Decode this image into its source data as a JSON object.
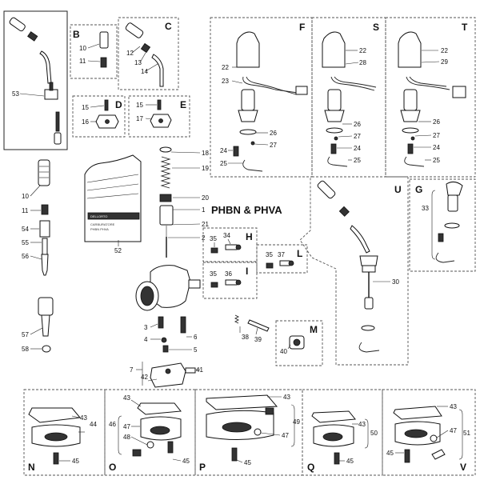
{
  "title": "PHBN & PHVA",
  "section_letters": [
    "B",
    "C",
    "D",
    "E",
    "F",
    "S",
    "T",
    "G",
    "U",
    "H",
    "L",
    "I",
    "M",
    "N",
    "O",
    "P",
    "Q",
    "V"
  ],
  "part_numbers": {
    "frame53": "53",
    "b10": "10",
    "b11": "11",
    "c12": "12",
    "c13": "13",
    "c14": "14",
    "d15": "15",
    "d16": "16",
    "e15": "15",
    "e17": "17",
    "f22": "22",
    "f23": "23",
    "f26": "26",
    "f27": "27",
    "f24": "24",
    "f25": "25",
    "s22": "22",
    "s28": "28",
    "s26": "26",
    "s27": "27",
    "s24": "24",
    "s25": "25",
    "t22": "22",
    "t29": "29",
    "t26": "26",
    "t27": "27",
    "t24": "24",
    "t25": "25",
    "l10": "10",
    "l11": "11",
    "l54": "54",
    "l55": "55",
    "l56": "56",
    "l57": "57",
    "l58": "58",
    "kit52": "52",
    "c18": "18",
    "c19": "19",
    "c20": "20",
    "c1": "1",
    "c21": "21",
    "c2": "2",
    "c3": "3",
    "c4": "4",
    "c6": "6",
    "c5": "5",
    "c7": "7",
    "c42": "42",
    "c41": "41",
    "h35": "35",
    "h34": "34",
    "l35": "35",
    "l37": "37",
    "i35": "35",
    "i36": "36",
    "m38": "38",
    "m39": "39",
    "m40": "40",
    "u30": "30",
    "g33": "33",
    "n43": "43",
    "n44": "44",
    "n45": "45",
    "o43": "43",
    "o46": "46",
    "o47": "47",
    "o48": "48",
    "o45": "45",
    "p43": "43",
    "p49": "49",
    "p47": "47",
    "p45": "45",
    "q43": "43",
    "q50": "50",
    "q45": "45",
    "v43": "43",
    "v51": "51",
    "v47": "47",
    "v45": "45"
  },
  "kit_text": {
    "brand": "DELLORTO",
    "line1": "CARBURATORE",
    "line2": "PHBN PHVA"
  }
}
